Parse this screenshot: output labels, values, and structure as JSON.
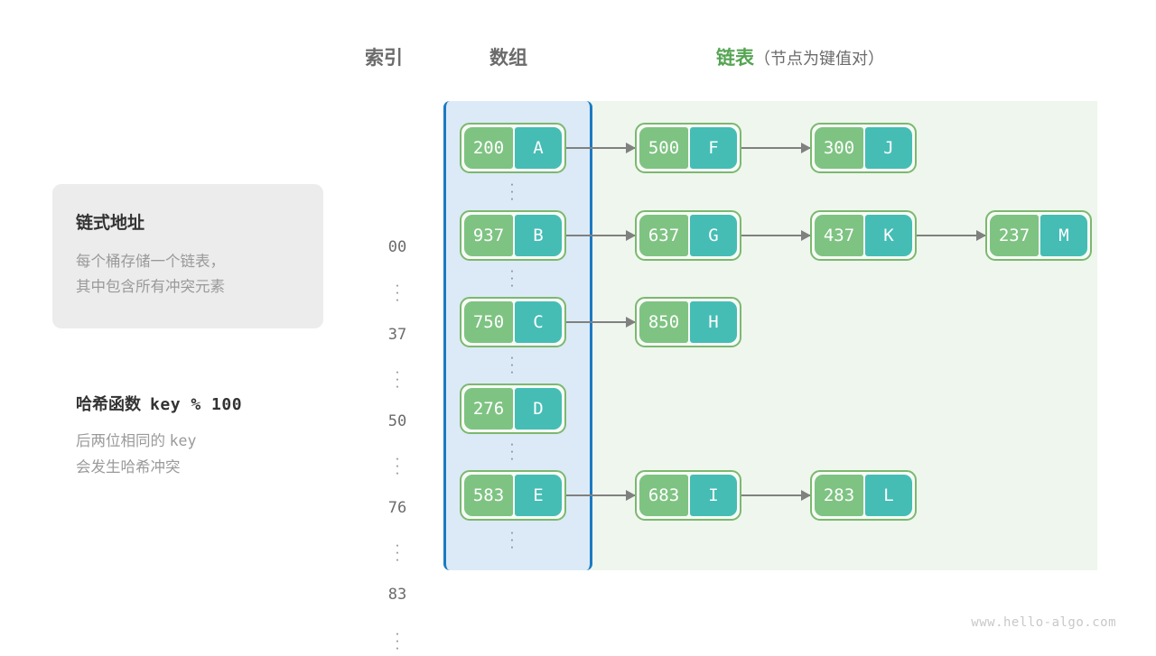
{
  "headers": {
    "index": "索引",
    "array": "数组",
    "list_main": "链表",
    "list_sub": "（节点为键值对）"
  },
  "info_card": {
    "title": "链式地址",
    "line1": "每个桶存储一个链表，",
    "line2": "其中包含所有冲突元素"
  },
  "hash_note": {
    "title_label": "哈希函数",
    "title_expr": "key % 100",
    "line1_cn": "后两位相同的",
    "line1_mono": "key",
    "line2": "会发生哈希冲突"
  },
  "colors": {
    "key_box": "#7ec382",
    "value_box": "#45bdb5",
    "node_border": "#7cb86f",
    "array_panel_bg": "#dbeaf6",
    "array_panel_border": "#1b7ac2",
    "list_panel_bg": "#eef6ee",
    "arrow": "#808080",
    "header_green": "#55a453",
    "header_gray": "#6b6b6b"
  },
  "ellipsis": "⋮",
  "buckets": [
    {
      "index": "00",
      "nodes": [
        {
          "key": "200",
          "value": "A"
        },
        {
          "key": "500",
          "value": "F"
        },
        {
          "key": "300",
          "value": "J"
        }
      ]
    },
    {
      "index": "37",
      "nodes": [
        {
          "key": "937",
          "value": "B"
        },
        {
          "key": "637",
          "value": "G"
        },
        {
          "key": "437",
          "value": "K"
        },
        {
          "key": "237",
          "value": "M"
        }
      ]
    },
    {
      "index": "50",
      "nodes": [
        {
          "key": "750",
          "value": "C"
        },
        {
          "key": "850",
          "value": "H"
        }
      ]
    },
    {
      "index": "76",
      "nodes": [
        {
          "key": "276",
          "value": "D"
        }
      ]
    },
    {
      "index": "83",
      "nodes": [
        {
          "key": "583",
          "value": "E"
        },
        {
          "key": "683",
          "value": "I"
        },
        {
          "key": "283",
          "value": "L"
        }
      ]
    }
  ],
  "watermark": "www.hello-algo.com"
}
